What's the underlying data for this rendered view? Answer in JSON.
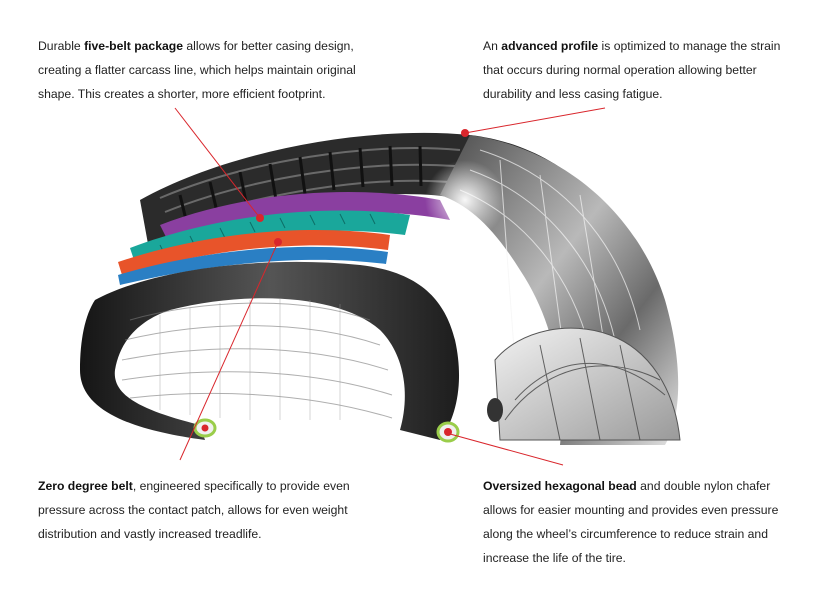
{
  "annotations": {
    "five_belt": {
      "before": "Durable ",
      "bold": "five-belt package",
      "after": " allows for better casing design, creating a flatter carcass line, which helps maintain original shape. This creates a shorter, more efficient footprint."
    },
    "advanced_profile": {
      "before": "An ",
      "bold": "advanced profile",
      "after": " is optimized to manage the strain that occurs during normal operation allowing better durability and less casing fatigue."
    },
    "zero_degree": {
      "before": "",
      "bold": "Zero degree belt",
      "after": ", engineered specifically to provide even pressure across the contact patch, allows for even weight distribution and vastly increased treadlife."
    },
    "bead": {
      "before": "",
      "bold": "Oversized hexagonal bead",
      "after": " and double nylon chafer allows for easier mounting and provides even pressure along the wheel’s circumference to reduce strain and increase the life of the tire."
    }
  },
  "colors": {
    "leader_line": "#d9262c",
    "marker": "#d9262c",
    "tread_rubber": "#2b2b2b",
    "belt_purple": "#8a3fa0",
    "belt_teal": "#1aa79b",
    "belt_orange": "#e8542a",
    "belt_blue": "#2a7fc4",
    "bead_green": "#9acd4a"
  }
}
